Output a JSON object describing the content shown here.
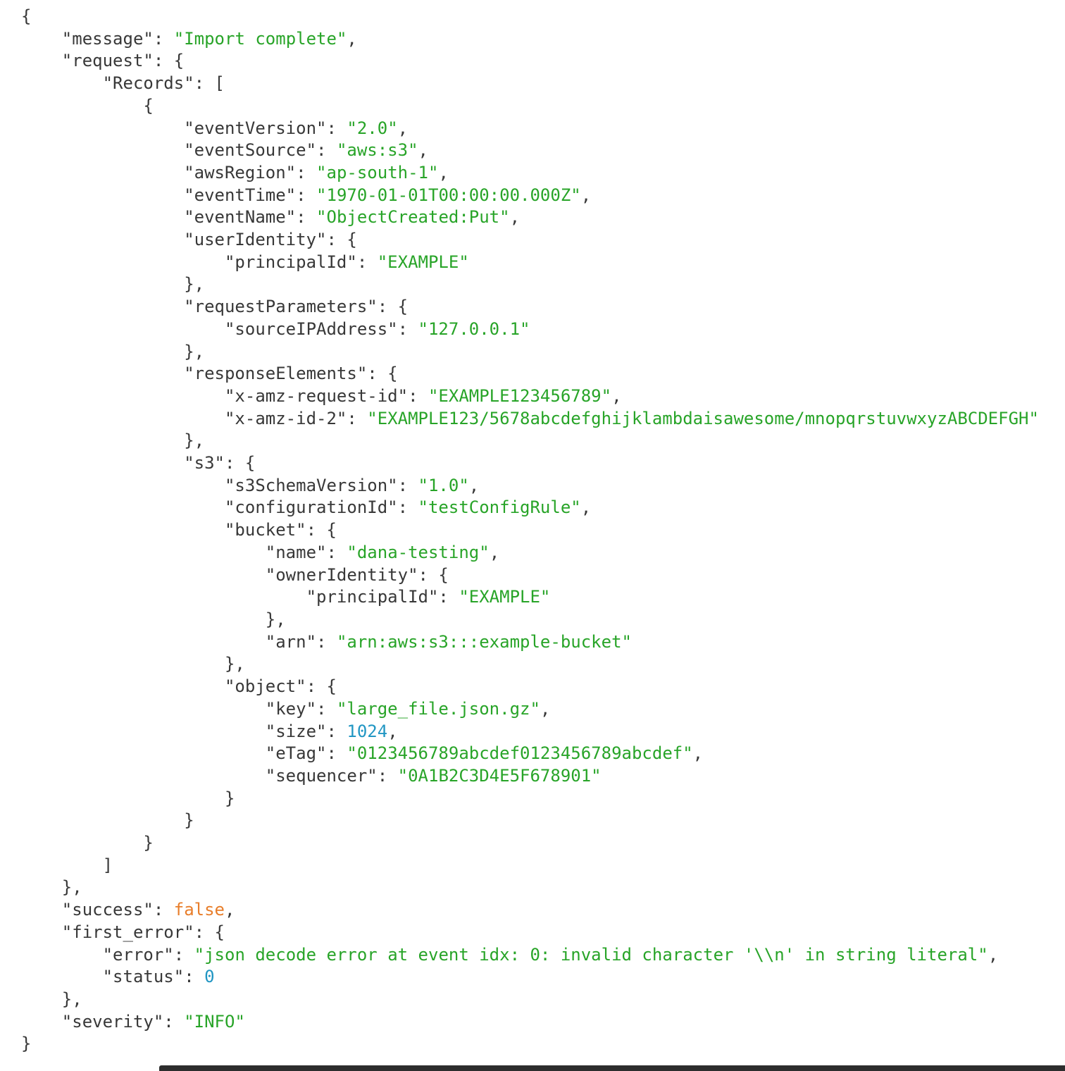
{
  "colors": {
    "background": "#ffffff",
    "key": "#383838",
    "punctuation": "#383838",
    "string": "#28a428",
    "number": "#2196c3",
    "boolean": "#e87e2b",
    "bottom_bar": "#2d2d2d"
  },
  "code": {
    "language": "json",
    "indent_size": 4,
    "lines": [
      {
        "i": 0,
        "t": [
          [
            "p",
            "{"
          ]
        ]
      },
      {
        "i": 1,
        "t": [
          [
            "k",
            "\"message\""
          ],
          [
            "p",
            ": "
          ],
          [
            "s",
            "\"Import complete\""
          ],
          [
            "p",
            ","
          ]
        ]
      },
      {
        "i": 1,
        "t": [
          [
            "k",
            "\"request\""
          ],
          [
            "p",
            ": {"
          ]
        ]
      },
      {
        "i": 2,
        "t": [
          [
            "k",
            "\"Records\""
          ],
          [
            "p",
            ": ["
          ]
        ]
      },
      {
        "i": 3,
        "t": [
          [
            "p",
            "{"
          ]
        ]
      },
      {
        "i": 4,
        "t": [
          [
            "k",
            "\"eventVersion\""
          ],
          [
            "p",
            ": "
          ],
          [
            "s",
            "\"2.0\""
          ],
          [
            "p",
            ","
          ]
        ]
      },
      {
        "i": 4,
        "t": [
          [
            "k",
            "\"eventSource\""
          ],
          [
            "p",
            ": "
          ],
          [
            "s",
            "\"aws:s3\""
          ],
          [
            "p",
            ","
          ]
        ]
      },
      {
        "i": 4,
        "t": [
          [
            "k",
            "\"awsRegion\""
          ],
          [
            "p",
            ": "
          ],
          [
            "s",
            "\"ap-south-1\""
          ],
          [
            "p",
            ","
          ]
        ]
      },
      {
        "i": 4,
        "t": [
          [
            "k",
            "\"eventTime\""
          ],
          [
            "p",
            ": "
          ],
          [
            "s",
            "\"1970-01-01T00:00:00.000Z\""
          ],
          [
            "p",
            ","
          ]
        ]
      },
      {
        "i": 4,
        "t": [
          [
            "k",
            "\"eventName\""
          ],
          [
            "p",
            ": "
          ],
          [
            "s",
            "\"ObjectCreated:Put\""
          ],
          [
            "p",
            ","
          ]
        ]
      },
      {
        "i": 4,
        "t": [
          [
            "k",
            "\"userIdentity\""
          ],
          [
            "p",
            ": {"
          ]
        ]
      },
      {
        "i": 5,
        "t": [
          [
            "k",
            "\"principalId\""
          ],
          [
            "p",
            ": "
          ],
          [
            "s",
            "\"EXAMPLE\""
          ]
        ]
      },
      {
        "i": 4,
        "t": [
          [
            "p",
            "},"
          ]
        ]
      },
      {
        "i": 4,
        "t": [
          [
            "k",
            "\"requestParameters\""
          ],
          [
            "p",
            ": {"
          ]
        ]
      },
      {
        "i": 5,
        "t": [
          [
            "k",
            "\"sourceIPAddress\""
          ],
          [
            "p",
            ": "
          ],
          [
            "s",
            "\"127.0.0.1\""
          ]
        ]
      },
      {
        "i": 4,
        "t": [
          [
            "p",
            "},"
          ]
        ]
      },
      {
        "i": 4,
        "t": [
          [
            "k",
            "\"responseElements\""
          ],
          [
            "p",
            ": {"
          ]
        ]
      },
      {
        "i": 5,
        "t": [
          [
            "k",
            "\"x-amz-request-id\""
          ],
          [
            "p",
            ": "
          ],
          [
            "s",
            "\"EXAMPLE123456789\""
          ],
          [
            "p",
            ","
          ]
        ]
      },
      {
        "i": 5,
        "t": [
          [
            "k",
            "\"x-amz-id-2\""
          ],
          [
            "p",
            ": "
          ],
          [
            "s",
            "\"EXAMPLE123/5678abcdefghijklambdaisawesome/mnopqrstuvwxyzABCDEFGH\""
          ]
        ]
      },
      {
        "i": 4,
        "t": [
          [
            "p",
            "},"
          ]
        ]
      },
      {
        "i": 4,
        "t": [
          [
            "k",
            "\"s3\""
          ],
          [
            "p",
            ": {"
          ]
        ]
      },
      {
        "i": 5,
        "t": [
          [
            "k",
            "\"s3SchemaVersion\""
          ],
          [
            "p",
            ": "
          ],
          [
            "s",
            "\"1.0\""
          ],
          [
            "p",
            ","
          ]
        ]
      },
      {
        "i": 5,
        "t": [
          [
            "k",
            "\"configurationId\""
          ],
          [
            "p",
            ": "
          ],
          [
            "s",
            "\"testConfigRule\""
          ],
          [
            "p",
            ","
          ]
        ]
      },
      {
        "i": 5,
        "t": [
          [
            "k",
            "\"bucket\""
          ],
          [
            "p",
            ": {"
          ]
        ]
      },
      {
        "i": 6,
        "t": [
          [
            "k",
            "\"name\""
          ],
          [
            "p",
            ": "
          ],
          [
            "s",
            "\"dana-testing\""
          ],
          [
            "p",
            ","
          ]
        ]
      },
      {
        "i": 6,
        "t": [
          [
            "k",
            "\"ownerIdentity\""
          ],
          [
            "p",
            ": {"
          ]
        ]
      },
      {
        "i": 7,
        "t": [
          [
            "k",
            "\"principalId\""
          ],
          [
            "p",
            ": "
          ],
          [
            "s",
            "\"EXAMPLE\""
          ]
        ]
      },
      {
        "i": 6,
        "t": [
          [
            "p",
            "},"
          ]
        ]
      },
      {
        "i": 6,
        "t": [
          [
            "k",
            "\"arn\""
          ],
          [
            "p",
            ": "
          ],
          [
            "s",
            "\"arn:aws:s3:::example-bucket\""
          ]
        ]
      },
      {
        "i": 5,
        "t": [
          [
            "p",
            "},"
          ]
        ]
      },
      {
        "i": 5,
        "t": [
          [
            "k",
            "\"object\""
          ],
          [
            "p",
            ": {"
          ]
        ]
      },
      {
        "i": 6,
        "t": [
          [
            "k",
            "\"key\""
          ],
          [
            "p",
            ": "
          ],
          [
            "s",
            "\"large_file.json.gz\""
          ],
          [
            "p",
            ","
          ]
        ]
      },
      {
        "i": 6,
        "t": [
          [
            "k",
            "\"size\""
          ],
          [
            "p",
            ": "
          ],
          [
            "n",
            "1024"
          ],
          [
            "p",
            ","
          ]
        ]
      },
      {
        "i": 6,
        "t": [
          [
            "k",
            "\"eTag\""
          ],
          [
            "p",
            ": "
          ],
          [
            "s",
            "\"0123456789abcdef0123456789abcdef\""
          ],
          [
            "p",
            ","
          ]
        ]
      },
      {
        "i": 6,
        "t": [
          [
            "k",
            "\"sequencer\""
          ],
          [
            "p",
            ": "
          ],
          [
            "s",
            "\"0A1B2C3D4E5F678901\""
          ]
        ]
      },
      {
        "i": 5,
        "t": [
          [
            "p",
            "}"
          ]
        ]
      },
      {
        "i": 4,
        "t": [
          [
            "p",
            "}"
          ]
        ]
      },
      {
        "i": 3,
        "t": [
          [
            "p",
            "}"
          ]
        ]
      },
      {
        "i": 2,
        "t": [
          [
            "p",
            "]"
          ]
        ]
      },
      {
        "i": 1,
        "t": [
          [
            "p",
            "},"
          ]
        ]
      },
      {
        "i": 1,
        "t": [
          [
            "k",
            "\"success\""
          ],
          [
            "p",
            ": "
          ],
          [
            "b",
            "false"
          ],
          [
            "p",
            ","
          ]
        ]
      },
      {
        "i": 1,
        "t": [
          [
            "k",
            "\"first_error\""
          ],
          [
            "p",
            ": {"
          ]
        ]
      },
      {
        "i": 2,
        "t": [
          [
            "k",
            "\"error\""
          ],
          [
            "p",
            ": "
          ],
          [
            "s",
            "\"json decode error at event idx: 0: invalid character '\\\\n' in string literal\""
          ],
          [
            "p",
            ","
          ]
        ]
      },
      {
        "i": 2,
        "t": [
          [
            "k",
            "\"status\""
          ],
          [
            "p",
            ": "
          ],
          [
            "n",
            "0"
          ]
        ]
      },
      {
        "i": 1,
        "t": [
          [
            "p",
            "},"
          ]
        ]
      },
      {
        "i": 1,
        "t": [
          [
            "k",
            "\"severity\""
          ],
          [
            "p",
            ": "
          ],
          [
            "s",
            "\"INFO\""
          ]
        ]
      },
      {
        "i": 0,
        "t": [
          [
            "p",
            "}"
          ]
        ]
      }
    ]
  }
}
